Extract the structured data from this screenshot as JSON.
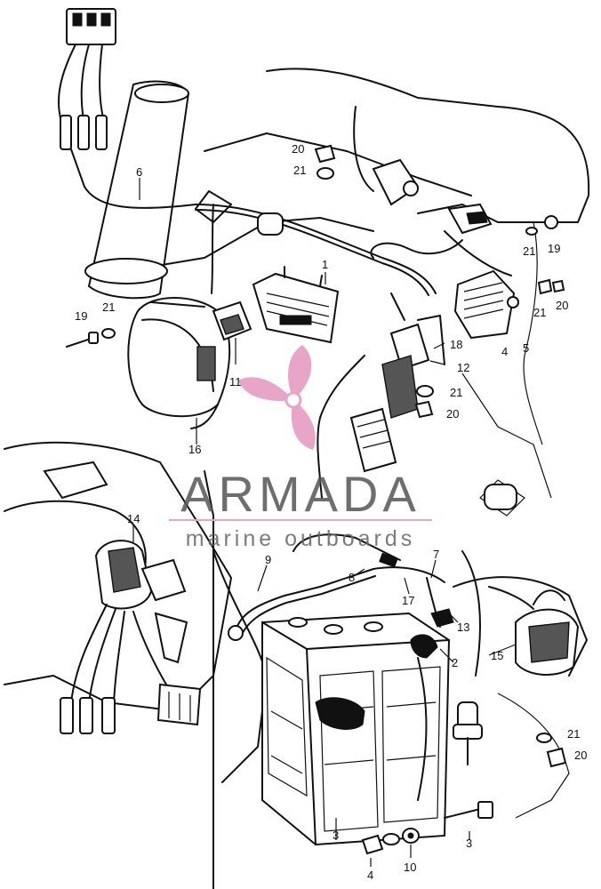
{
  "watermark": {
    "title": "ARMADA",
    "subtitle": "marine outboards",
    "logo_icon": "propeller-logo-icon",
    "logo_color": "#e7a6c8",
    "rule_color": "#e7a6c8"
  },
  "callouts": {
    "c1": "1",
    "c2": "2",
    "c3a": "3",
    "c3b": "3",
    "c4a": "4",
    "c4b": "4",
    "c5": "5",
    "c6": "6",
    "c7": "7",
    "c8": "8",
    "c9": "9",
    "c10": "10",
    "c11": "11",
    "c12": "12",
    "c13": "13",
    "c14": "14",
    "c15": "15",
    "c16": "16",
    "c17": "17",
    "c18": "18",
    "c19a": "19",
    "c19b": "19",
    "c20a": "20",
    "c20b": "20",
    "c20c": "20",
    "c20d": "20",
    "c21a": "21",
    "c21b": "21",
    "c21c": "21",
    "c21d": "21",
    "c21e": "21"
  }
}
